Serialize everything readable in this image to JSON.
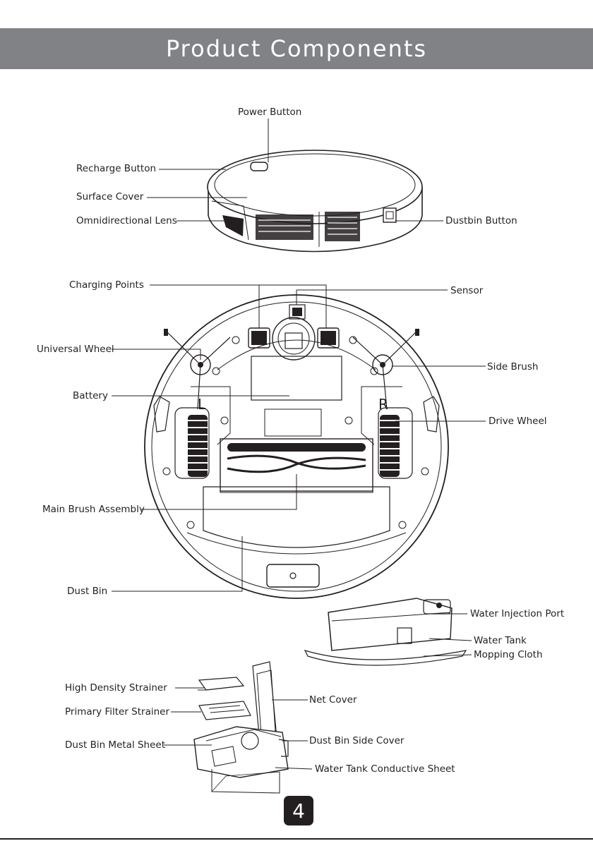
{
  "header": {
    "title": "Product Components"
  },
  "labels": {
    "power_button": "Power Button",
    "recharge_button": "Recharge Button",
    "surface_cover": "Surface Cover",
    "omnidirectional_lens": "Omnidirectional Lens",
    "dustbin_button": "Dustbin Button",
    "charging_points": "Charging Points",
    "sensor": "Sensor",
    "universal_wheel": "Universal Wheel",
    "side_brush": "Side Brush",
    "battery": "Battery",
    "drive_wheel": "Drive Wheel",
    "main_brush_assembly": "Main Brush Assembly",
    "dust_bin": "Dust Bin",
    "water_injection_port": "Water Injection Port",
    "water_tank": "Water Tank",
    "mopping_cloth": "Mopping Cloth",
    "high_density_strainer": "High Density Strainer",
    "primary_filter_strainer": "Primary Filter Strainer",
    "dust_bin_metal_sheet": "Dust Bin Metal Sheet",
    "net_cover": "Net Cover",
    "dust_bin_side_cover": "Dust Bin Side Cover",
    "water_tank_conductive_sheet": "Water Tank Conductive Sheet"
  },
  "wheel_marks": {
    "left": "L",
    "right": "R"
  },
  "page_number": "4",
  "colors": {
    "header_bg": "#808285",
    "ink": "#231f20"
  }
}
